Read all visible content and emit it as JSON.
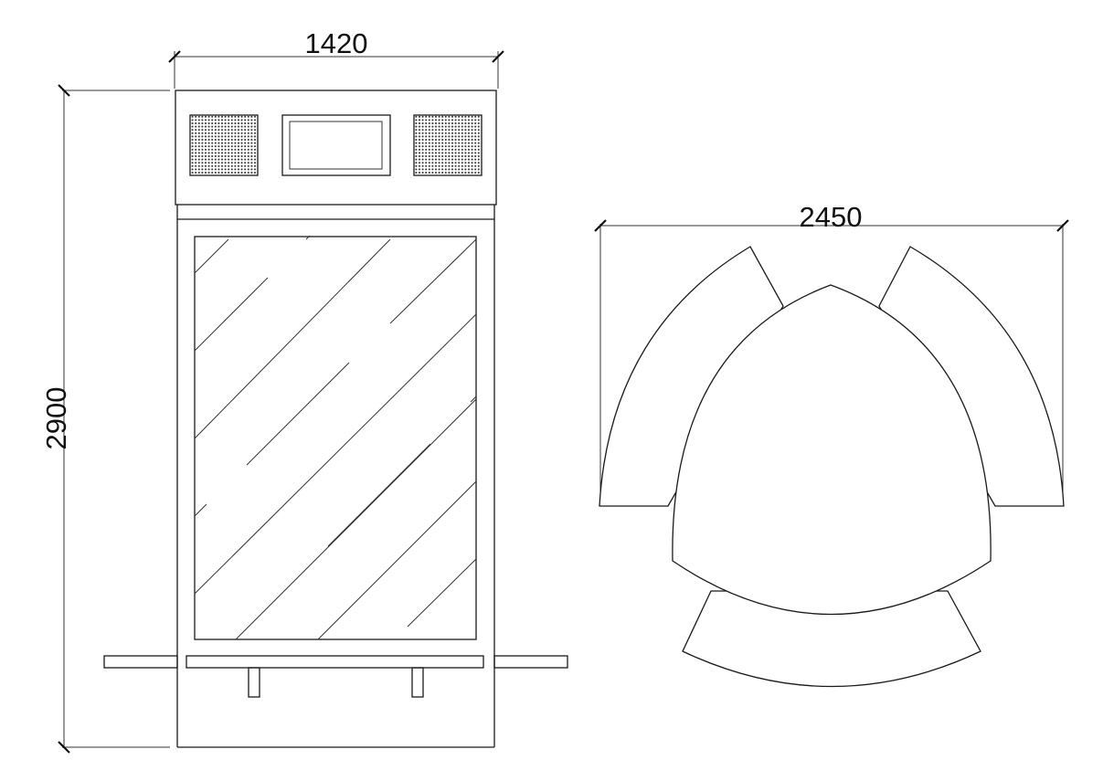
{
  "dimensions": {
    "front_width": "1420",
    "front_height": "2900",
    "plan_width": "2450"
  },
  "colors": {
    "line": "#1a1a1a",
    "background": "#ffffff"
  }
}
